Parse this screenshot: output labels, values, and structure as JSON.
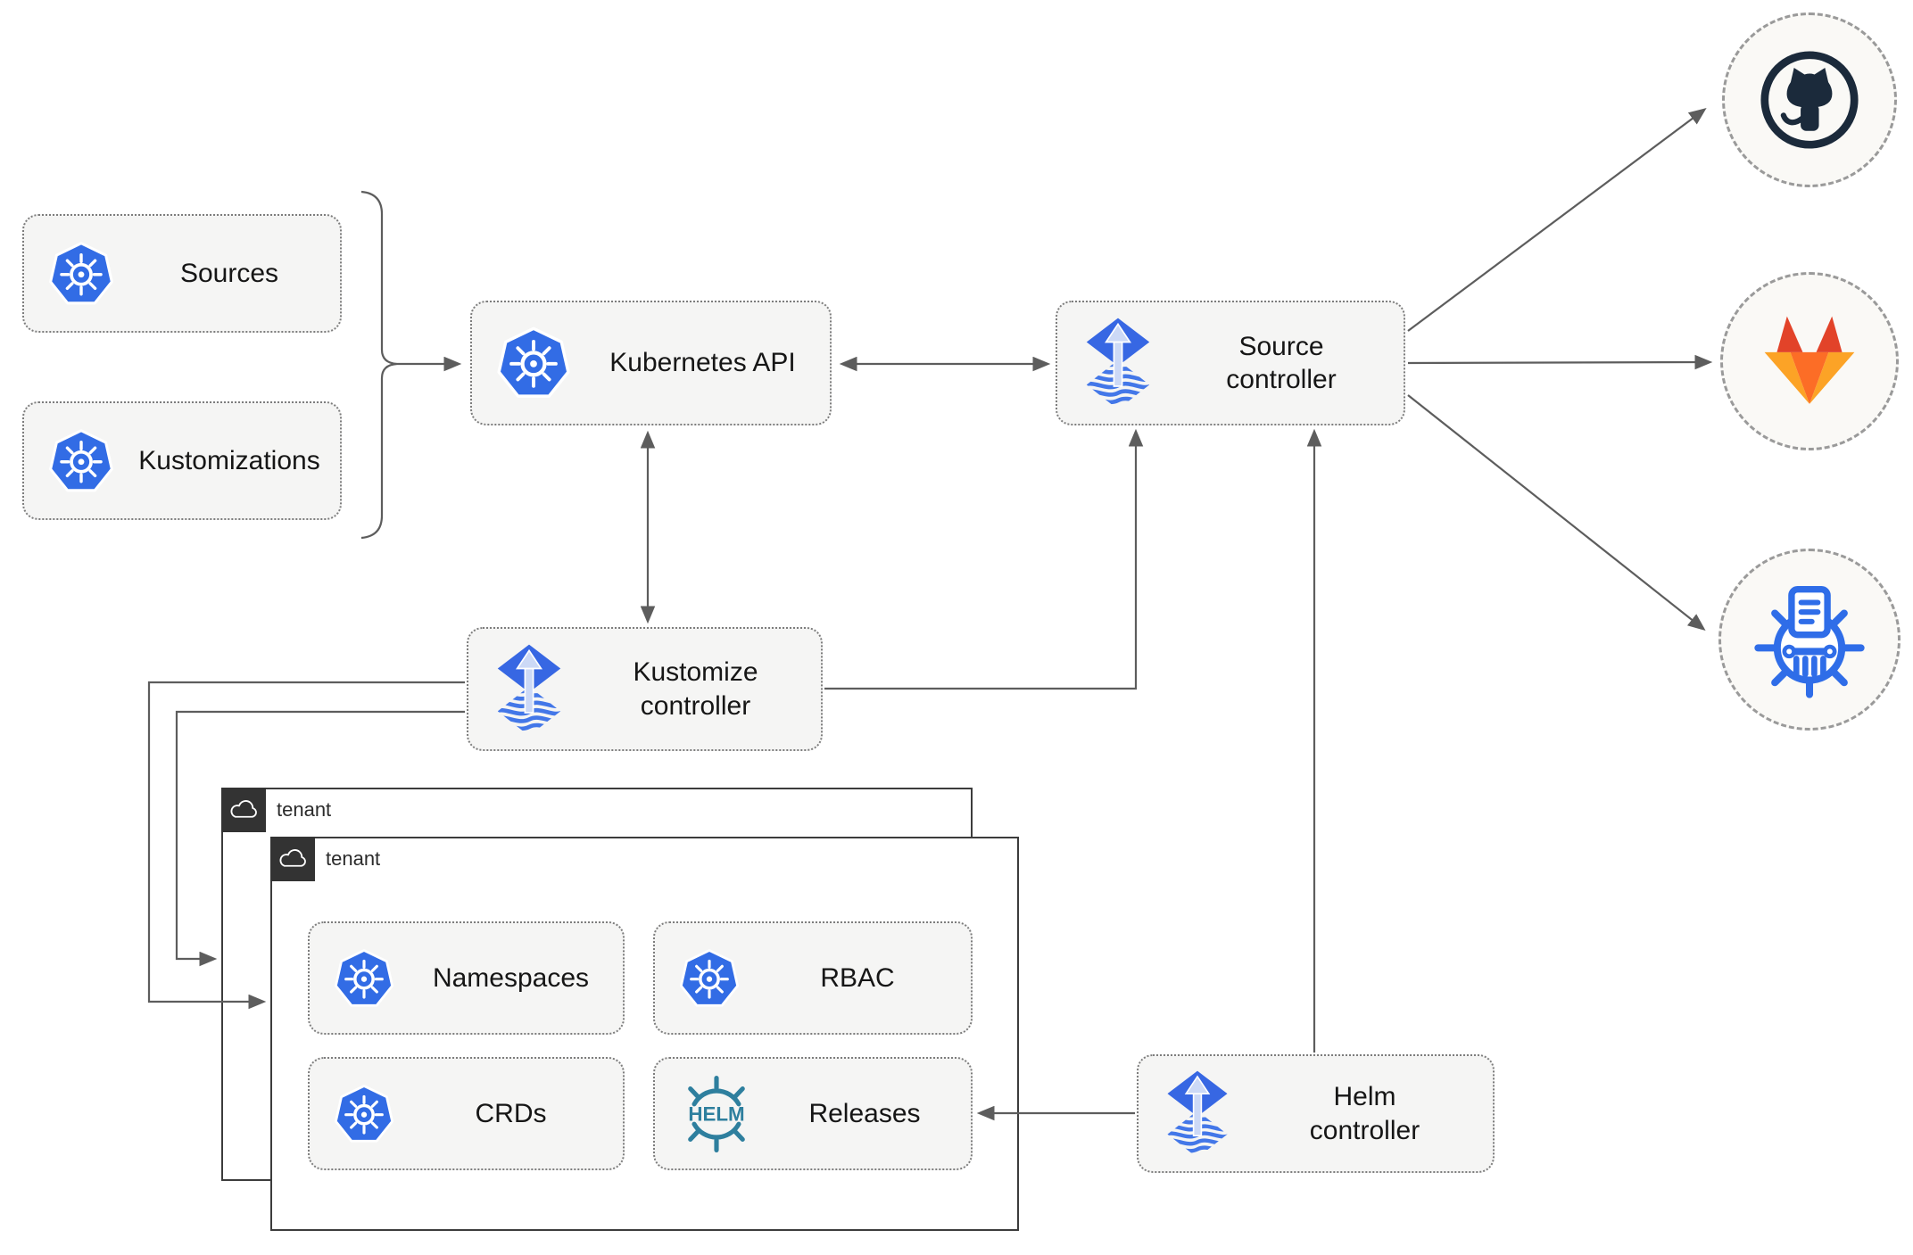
{
  "nodes": {
    "sources": {
      "label": "Sources"
    },
    "kustomizations": {
      "label": "Kustomizations"
    },
    "kubernetes_api": {
      "label": "Kubernetes API"
    },
    "source_controller": {
      "label": "Source\ncontroller"
    },
    "kustomize_controller": {
      "label": "Kustomize\ncontroller"
    },
    "helm_controller": {
      "label": "Helm\ncontroller"
    },
    "tenant_outer": {
      "label": "tenant"
    },
    "tenant_inner": {
      "label": "tenant"
    },
    "namespaces": {
      "label": "Namespaces"
    },
    "rbac": {
      "label": "RBAC"
    },
    "crds": {
      "label": "CRDs"
    },
    "releases": {
      "label": "Releases",
      "helm_logo_text": "HELM"
    }
  },
  "external_systems": [
    {
      "name": "GitHub",
      "icon": "github-icon"
    },
    {
      "name": "GitLab",
      "icon": "gitlab-icon"
    },
    {
      "name": "ChartMuseum",
      "icon": "chartmuseum-icon"
    }
  ],
  "connections": [
    "Sources + Kustomizations -> Kubernetes API",
    "Kubernetes API <-> Source controller",
    "Kubernetes API <-> Kustomize controller",
    "Kustomize controller -> Source controller",
    "Kustomize controller -> tenant (outer)",
    "Kustomize controller -> tenant (inner)",
    "Helm controller -> Source controller",
    "Helm controller -> Releases",
    "Source controller -> GitHub",
    "Source controller -> GitLab",
    "Source controller -> ChartMuseum"
  ],
  "colors": {
    "kubernetes_blue": "#326ce5",
    "flux_blue": "#3767e3",
    "flux_wave_blue": "#4377e8",
    "flux_arrow_light": "#ccd9f6",
    "helm_teal": "#2e7f9e",
    "github_dark": "#1b2a3b",
    "gitlab_red": "#e24329",
    "gitlab_orange": "#fc6d26",
    "gitlab_amber": "#fca326",
    "chartmuseum_blue": "#2f6de8",
    "arrow_gray": "#5d5d5d",
    "node_fill": "#f5f5f4",
    "tenant_badge": "#333333"
  }
}
